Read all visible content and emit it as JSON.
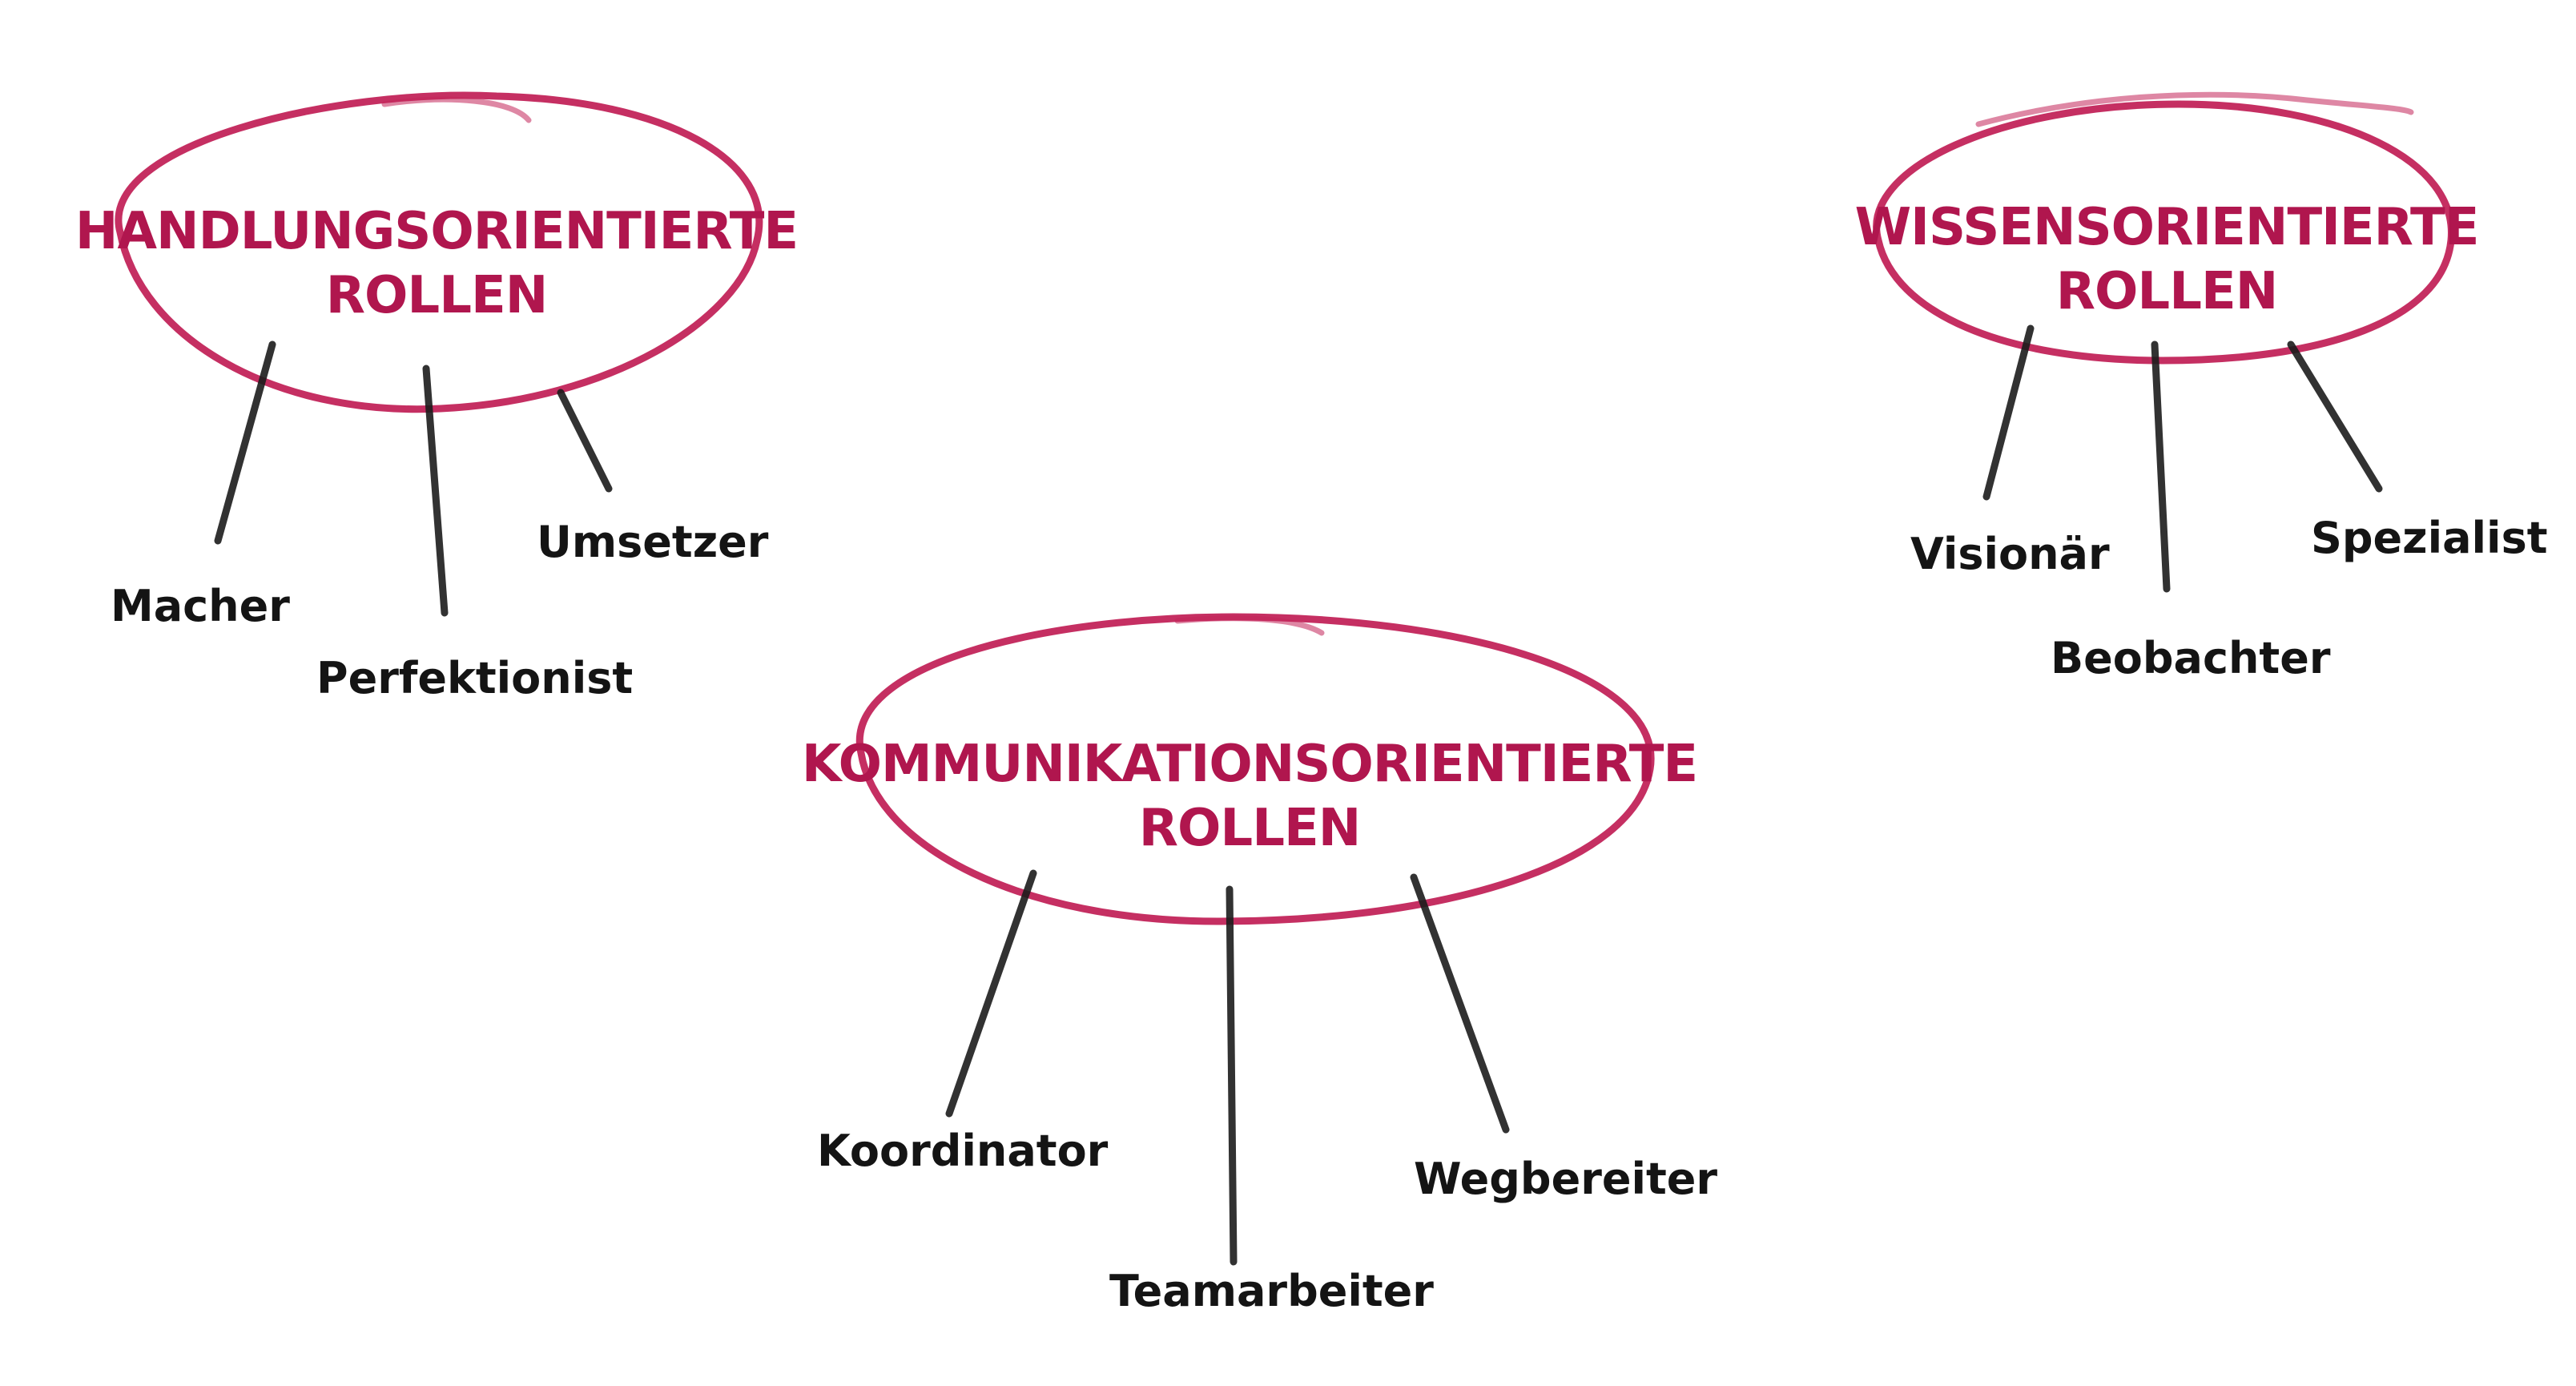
{
  "categories": [
    {
      "id": "handlung",
      "title_line1": "HANDLUNGSORIENTIERTE",
      "title_line2": "ROLLEN",
      "roles": [
        "Macher",
        "Perfektionist",
        "Umsetzer"
      ]
    },
    {
      "id": "kommunikation",
      "title_line1": "KOMMUNIKATIONSORIENTIERTE",
      "title_line2": "ROLLEN",
      "roles": [
        "Koordinator",
        "Teamarbeiter",
        "Wegbereiter"
      ]
    },
    {
      "id": "wissen",
      "title_line1": "WISSENSORIENTIERTE",
      "title_line2": "ROLLEN",
      "roles": [
        "Visionär",
        "Beobachter",
        "Spezialist"
      ]
    }
  ],
  "colors": {
    "accent": "#b0164e",
    "ellipse": "#c2245a",
    "ink": "#141414",
    "background": "#ffffff"
  }
}
